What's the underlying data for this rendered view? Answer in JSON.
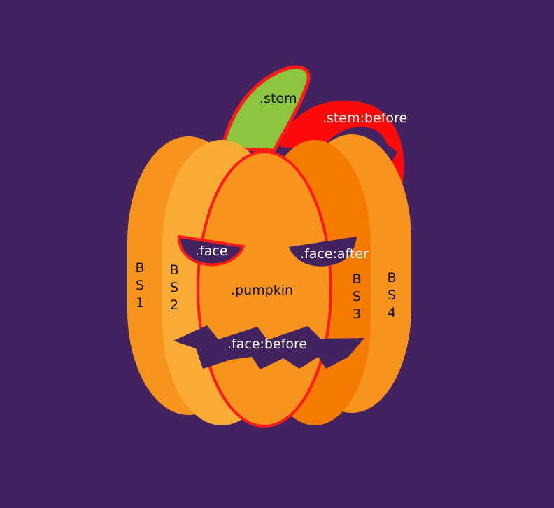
{
  "colors": {
    "background": "#42235f",
    "pumpkin_dark": "#f7941e",
    "pumpkin_light": "#fbac37",
    "pumpkin_shade": "#f47a00",
    "pumpkin_center": "#f7941e",
    "outline": "#ff1a1a",
    "stem": "#8cc63f",
    "face_cutout": "#42235f"
  },
  "labels": {
    "stem": ".stem",
    "stem_before": ".stem:before",
    "face": ".face",
    "face_after": ".face:after",
    "pumpkin": ".pumpkin",
    "face_before": ".face:before",
    "bs1": "BS1",
    "bs2": "BS2",
    "bs3": "BS3",
    "bs4": "BS4"
  }
}
